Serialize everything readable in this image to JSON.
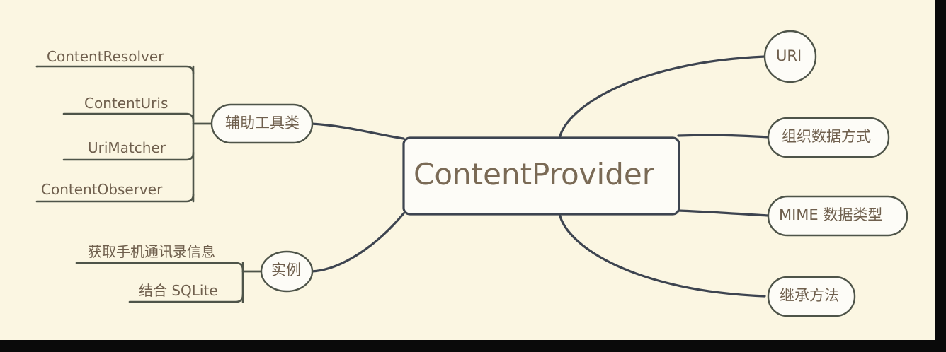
{
  "diagram": {
    "type": "mind-map",
    "title": "ContentProvider",
    "background_color": "#fbf6e2",
    "stroke_color": "#3d4450",
    "text_color": "#6f5f4d",
    "node_fill": "#fdfcf7",
    "center": {
      "label": "ContentProvider",
      "shape": "rounded-rect"
    },
    "branches": [
      {
        "id": "auxiliary-tools",
        "label": "辅助工具类",
        "side": "left",
        "shape": "pill",
        "children": [
          {
            "label": "ContentResolver"
          },
          {
            "label": "ContentUris"
          },
          {
            "label": "UriMatcher"
          },
          {
            "label": "ContentObserver"
          }
        ]
      },
      {
        "id": "examples",
        "label": "实例",
        "side": "left",
        "shape": "ellipse",
        "children": [
          {
            "label": "获取手机通讯录信息"
          },
          {
            "label": "结合 SQLite"
          }
        ]
      },
      {
        "id": "uri",
        "label": "URI",
        "side": "right",
        "shape": "circle",
        "children": []
      },
      {
        "id": "data-organization",
        "label": "组织数据方式",
        "side": "right",
        "shape": "pill",
        "children": []
      },
      {
        "id": "mime-type",
        "label": "MIME 数据类型",
        "side": "right",
        "shape": "pill",
        "children": []
      },
      {
        "id": "inherited-methods",
        "label": "继承方法",
        "side": "right",
        "shape": "pill",
        "children": []
      }
    ]
  }
}
